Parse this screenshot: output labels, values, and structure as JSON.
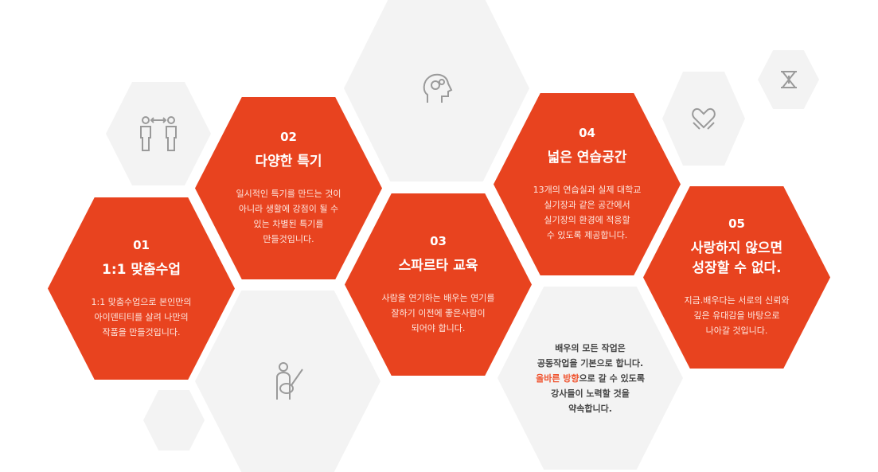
{
  "colors": {
    "accent": "#e8431f",
    "gray": "#f3f3f3"
  },
  "features": [
    {
      "num": "01",
      "title": "1:1 맞춤수업",
      "desc": [
        "1:1 맞춤수업으로 본인만의",
        "아이덴티티를 살려 나만의",
        "작품을 만들것입니다."
      ]
    },
    {
      "num": "02",
      "title": "다양한 특기",
      "desc": [
        "일시적인 특기를 만드는 것이",
        "아니라 생활에 강점이 될 수",
        "있는 차별된 특기를",
        "만들것입니다."
      ]
    },
    {
      "num": "03",
      "title": "스파르타 교육",
      "desc": [
        "사람을 연기하는 배우는 연기를",
        "잘하기 이전에 좋은사람이",
        "되어야 합니다."
      ]
    },
    {
      "num": "04",
      "title": "넓은 연습공간",
      "desc": [
        "13개의 연습실과 실제 대학교",
        "실기장과 같은 공간에서",
        "실기장의 환경에 적응할",
        "수 있도록 제공합니다."
      ]
    },
    {
      "num": "05",
      "title": [
        "사랑하지 않으면",
        "성장할 수 없다."
      ],
      "desc": [
        "지금.배우다는 서로의 신뢰와",
        "깊은 유대감을 바탕으로",
        "나아갈 것입니다."
      ]
    }
  ],
  "promise": {
    "line1": "배우의 모든 작업은",
    "line2": "공동작업을 기본으로 합니다.",
    "highlight": "올바른 방향",
    "line3_rest": "으로 갈 수 있도록",
    "line4": "강사들이 노력할 것을",
    "line5": "약속합니다."
  },
  "icons": [
    "people-exchange-icon",
    "head-gears-icon",
    "guitar-player-icon",
    "heart-hands-icon",
    "easel-icon"
  ]
}
